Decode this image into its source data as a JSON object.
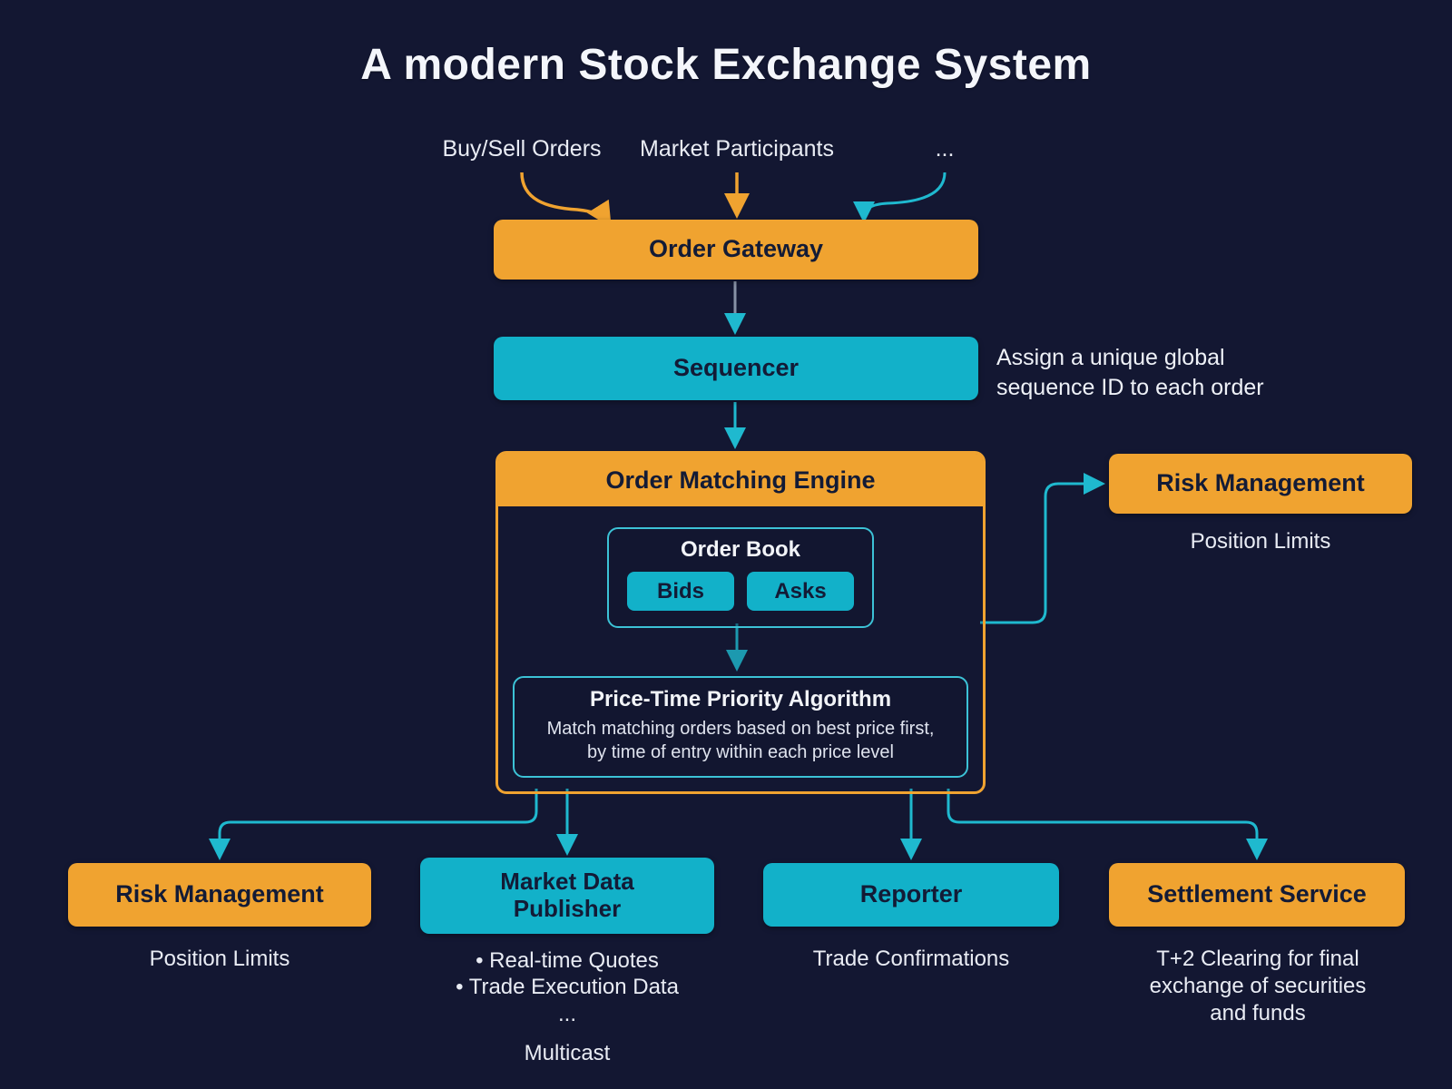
{
  "title": "A modern Stock Exchange System",
  "colors": {
    "background": "#131732",
    "orange": "#F0A330",
    "teal": "#12B1C9",
    "dark_text": "#131B36"
  },
  "inputs": {
    "buy_sell_orders": "Buy/Sell Orders",
    "market_participants": "Market Participants",
    "more": "..."
  },
  "order_gateway": {
    "label": "Order Gateway"
  },
  "sequencer": {
    "label": "Sequencer",
    "annotation": "Assign a unique global\nsequence ID to each order"
  },
  "order_matching_engine": {
    "label": "Order Matching Engine",
    "order_book": {
      "label": "Order Book",
      "bids": "Bids",
      "asks": "Asks"
    },
    "algorithm": {
      "title": "Price-Time Priority Algorithm",
      "description": "Match matching orders based on best price first,\nby time of entry within each price level"
    }
  },
  "risk_management_right": {
    "label": "Risk Management",
    "caption": "Position Limits"
  },
  "risk_management_bottom": {
    "label": "Risk Management",
    "caption": "Position Limits"
  },
  "market_data_publisher": {
    "label": "Market Data\nPublisher",
    "details": [
      "• Real-time Quotes",
      "• Trade Execution Data",
      "...",
      "Multicast"
    ]
  },
  "reporter": {
    "label": "Reporter",
    "caption": "Trade Confirmations"
  },
  "settlement_service": {
    "label": "Settlement Service",
    "caption": "T+2 Clearing for final\nexchange of securities\nand funds"
  }
}
